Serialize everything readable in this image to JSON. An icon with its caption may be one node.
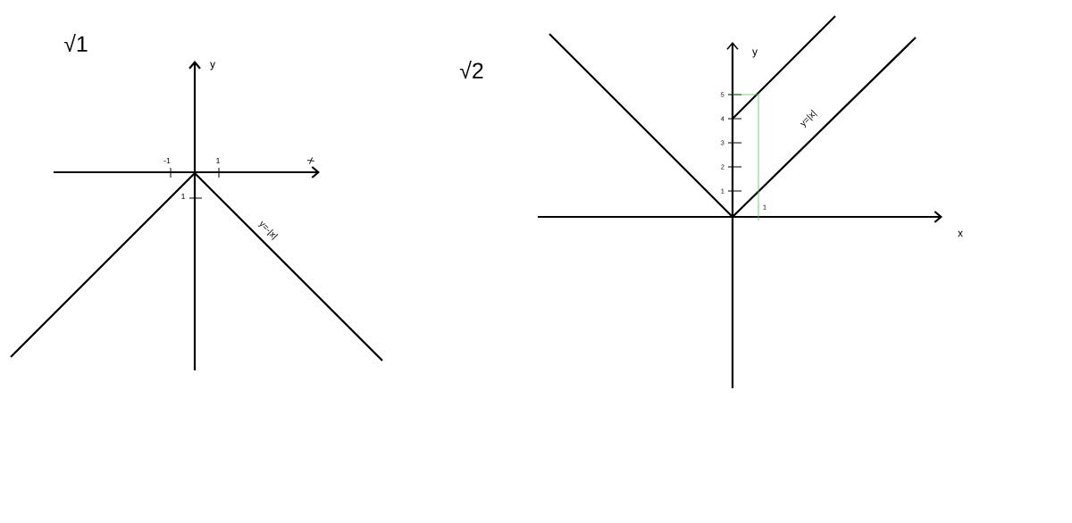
{
  "diagram": {
    "labels": [
      "√1",
      "y",
      "-1",
      "1",
      "x",
      "1",
      "y=-|x|",
      "√2",
      "y",
      "5",
      "4",
      "3",
      "2",
      "1",
      "1",
      "y=|x|",
      "x"
    ]
  }
}
